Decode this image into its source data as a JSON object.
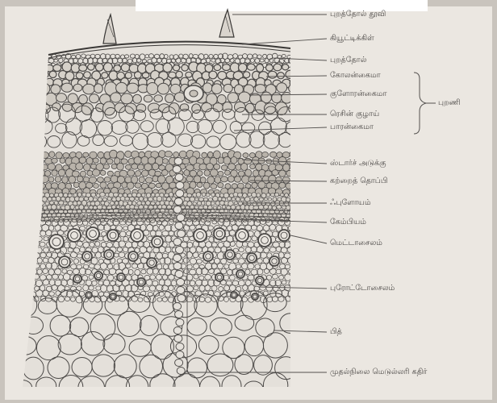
{
  "labels": [
    "புறத்தோல் தூவி",
    "கியூட்டிக்கிள்",
    "புறத்தோல்",
    "கோலன்கைமா",
    "குளோரன்கைமா",
    "ரெசின் குழாய்",
    "பாரன்கைமா",
    "ஸ்டார்ச் அடுக்கு",
    "கற்றைத் தொப்பி",
    "ஃபுளோயம்",
    "கேம்பியம்",
    "மெட்டாசைலம்",
    "புரோட்டோசைலம்",
    "பித்",
    "முதல்நிலை மெடுல்லரி கதிர்"
  ],
  "bracket_label": "புறணி",
  "colors": {
    "paper": "#ebe7e1",
    "ink": "#4b4846",
    "label": "#4a4745",
    "background": "#c9c4bd"
  }
}
